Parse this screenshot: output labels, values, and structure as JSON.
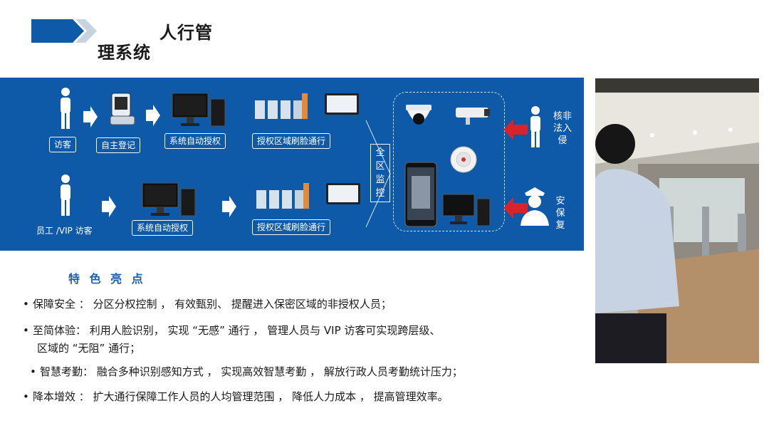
{
  "header": {
    "title_line1": "人行管",
    "title_line2": "理系统"
  },
  "diagram": {
    "row1": {
      "visitor_label": "访客",
      "self_register_label": "自主登记",
      "auto_auth_label": "系统自动授权",
      "face_pass_label": "授权区域刷脸通行"
    },
    "row2": {
      "staff_label": "员工 /VIP 访客",
      "auto_auth_label": "系统自动授权",
      "face_pass_label": "授权区域刷脸通行"
    },
    "monitor_label": "全区监控",
    "alarm_label": "核非法入侵",
    "guard_label": "安保复"
  },
  "features": {
    "title": "特 色 亮 点",
    "items": [
      "保障安全 ： 分区分权控制 ， 有效甄别、 提醒进入保密区域的非授权人员；",
      "至简体验： 利用人脸识别， 实现 “无感” 通行 ， 管理人员与 VIP 访客可实现跨层级、",
      "区域的 “无阻” 通行；",
      "智慧考勤： 融合多种识别感知方式 ， 实现高效智慧考勤 ， 解放行政人员考勤统计压力；",
      "降本增效 ： 扩大通行保障工作人员的人均管理范围 ， 降低人力成本 ， 提高管理效率。"
    ]
  },
  "colors": {
    "diagram_bg": "#0f5aa8",
    "accent_blue": "#1e5eb0",
    "alert_red": "#d9232b"
  }
}
